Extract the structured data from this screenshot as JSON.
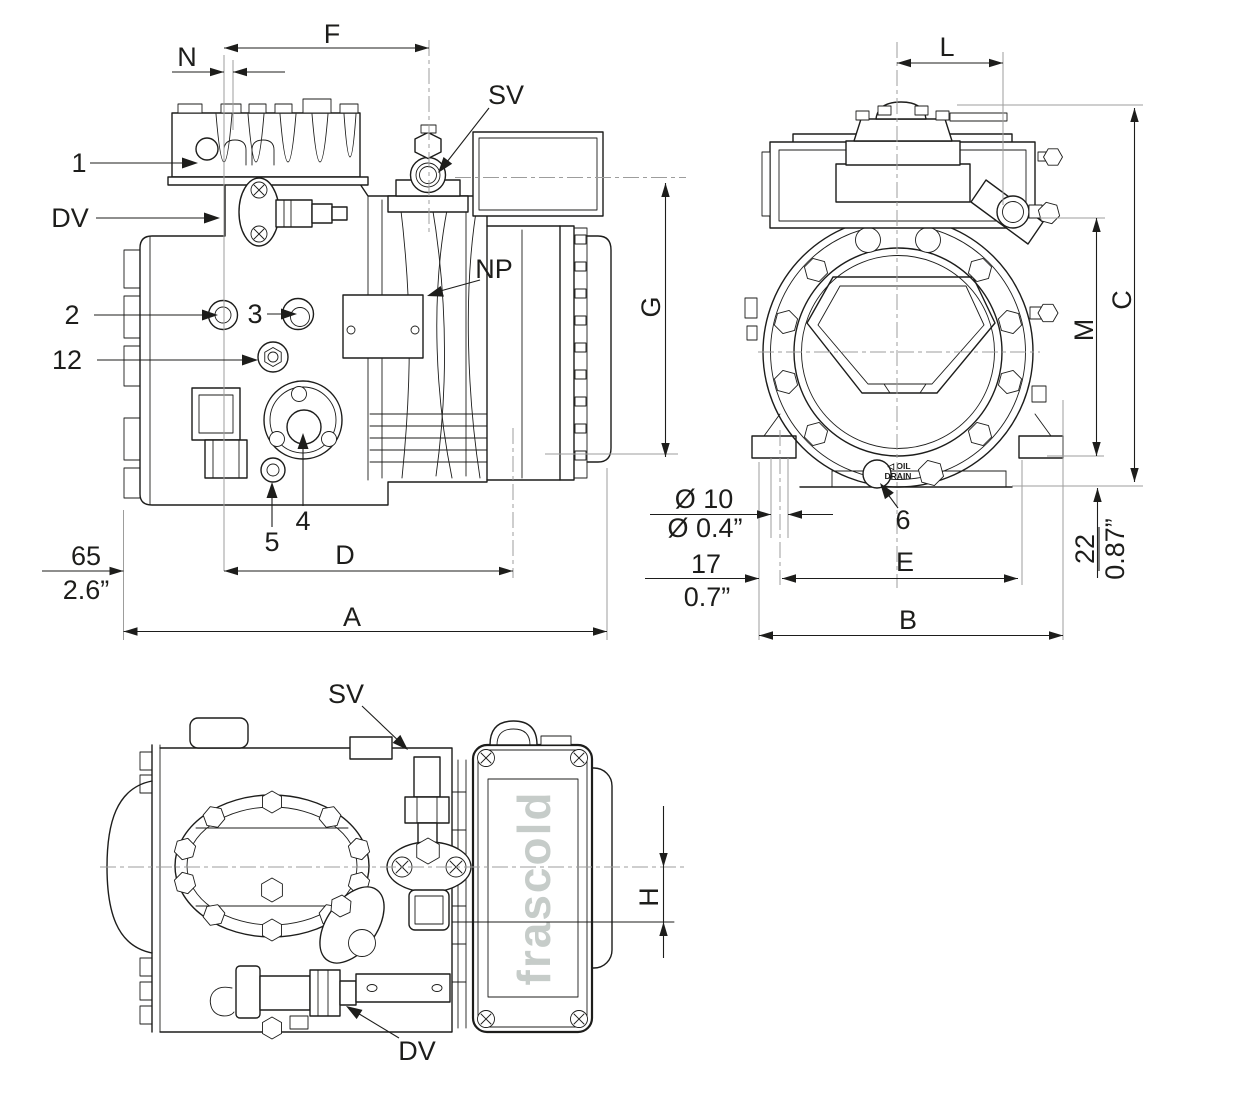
{
  "side_view": {
    "dims": {
      "f": "F",
      "n": "N",
      "g": "G",
      "d": "D",
      "a": "A",
      "len65_mm": "65",
      "len65_in": "2.6”"
    },
    "callouts": {
      "c1": "1",
      "dv": "DV",
      "c2": "2",
      "c3": "3",
      "c12": "12",
      "c4": "4",
      "c5": "5",
      "np": "NP",
      "sv": "SV"
    }
  },
  "front_view": {
    "dims": {
      "l": "L",
      "c": "C",
      "m": "M",
      "e": "E",
      "b": "B",
      "hole_mm": "Ø 10",
      "hole_in": "Ø 0.4”",
      "off17_mm": "17",
      "off17_in": "0.7”",
      "h22_mm": "22",
      "h22_in": "0.87”"
    },
    "callouts": {
      "c6": "6"
    },
    "texts": {
      "oil_drain_1": "◁ OIL",
      "oil_drain_2": "DRAIN"
    }
  },
  "top_view": {
    "dims": {
      "h": "H"
    },
    "callouts": {
      "sv": "SV",
      "dv": "DV"
    },
    "brand_logo": "frascold"
  },
  "colors": {
    "line": "#1d1d1b",
    "extension": "#9d9d9c",
    "logo_gray": "#c6ccc9",
    "background": "#ffffff"
  }
}
